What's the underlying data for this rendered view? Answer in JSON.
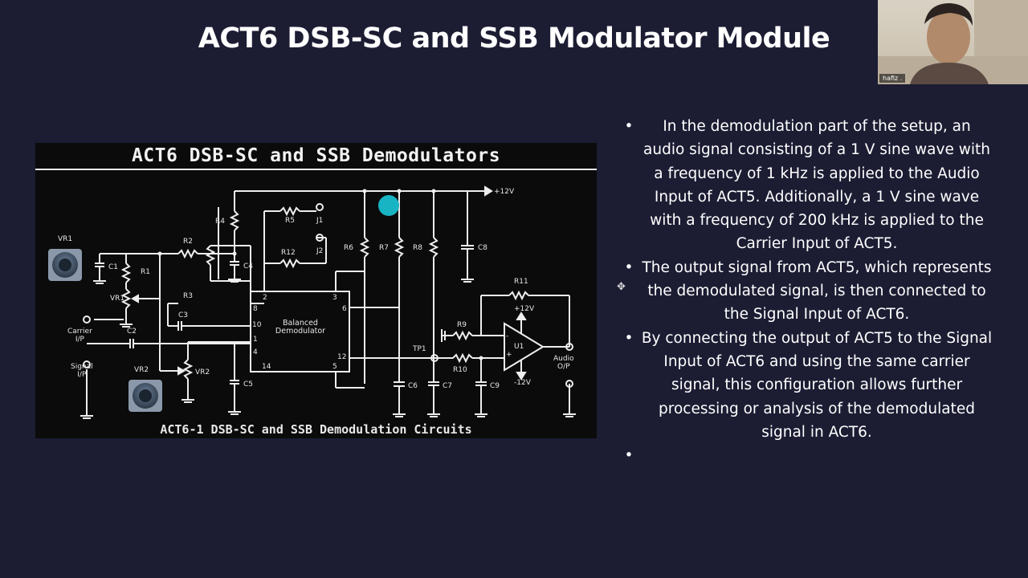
{
  "slide": {
    "title": "ACT6 DSB-SC and SSB Modulator Module"
  },
  "webcam": {
    "name": "hafiz ."
  },
  "diagram": {
    "title": "ACT6 DSB-SC and SSB Demodulators",
    "caption": "ACT6-1 DSB-SC and SSB Demodulation Circuits",
    "labels": {
      "vr1_knob": "VR1",
      "vr2_knob": "VR2",
      "c1": "C1",
      "r1": "R1",
      "vr1": "VR1",
      "r2": "R2",
      "r3": "R3",
      "r4": "R4",
      "c3": "C3",
      "c4": "C4",
      "c2": "C2",
      "vr2": "VR2",
      "c5": "C5",
      "r5": "R5",
      "r12": "R12",
      "j1": "J1",
      "j2": "J2",
      "r6": "R6",
      "r7": "R7",
      "r8": "R8",
      "c8": "C8",
      "supply_top": "+12V",
      "r11": "R11",
      "r9": "R9",
      "r10": "R10",
      "u1": "U1",
      "tp1": "TP1",
      "c6": "C6",
      "c7": "C7",
      "c9": "C9",
      "op_plus": "+12V",
      "op_minus": "-12V",
      "carrier_in": "Carrier\nI/P",
      "signal_in": "Signal\nI/P",
      "audio_out": "Audio\nO/P",
      "chip_name": "Balanced\nDemodulator",
      "pin_2": "2",
      "pin_3": "3",
      "pin_8": "8",
      "pin_6": "6",
      "pin_10": "10",
      "pin_1": "1",
      "pin_4": "4",
      "pin_12": "12",
      "pin_14": "14",
      "pin_5": "5",
      "op_minus_in": "-",
      "op_plus_in": "+"
    }
  },
  "bullets": [
    "In the demodulation part of the setup, an audio signal consisting of a 1 V sine wave with a frequency of 1 kHz is applied to the Audio Input of ACT5. Additionally, a 1 V sine wave with a frequency of 200 kHz is applied to the Carrier Input of ACT5.",
    "The output signal from ACT5, which represents the demodulated signal, is then connected to the Signal Input of ACT6.",
    "By connecting the output of ACT5 to the Signal Input of ACT6 and using the same carrier signal, this configuration allows further processing or analysis of the demodulated signal in ACT6.",
    ""
  ],
  "colors": {
    "background": "#1c1d33",
    "pointer_dot": "#19b4c4"
  },
  "icons": {
    "move_cursor": "move-cursor-icon",
    "bullet": "bullet-dot-icon"
  }
}
